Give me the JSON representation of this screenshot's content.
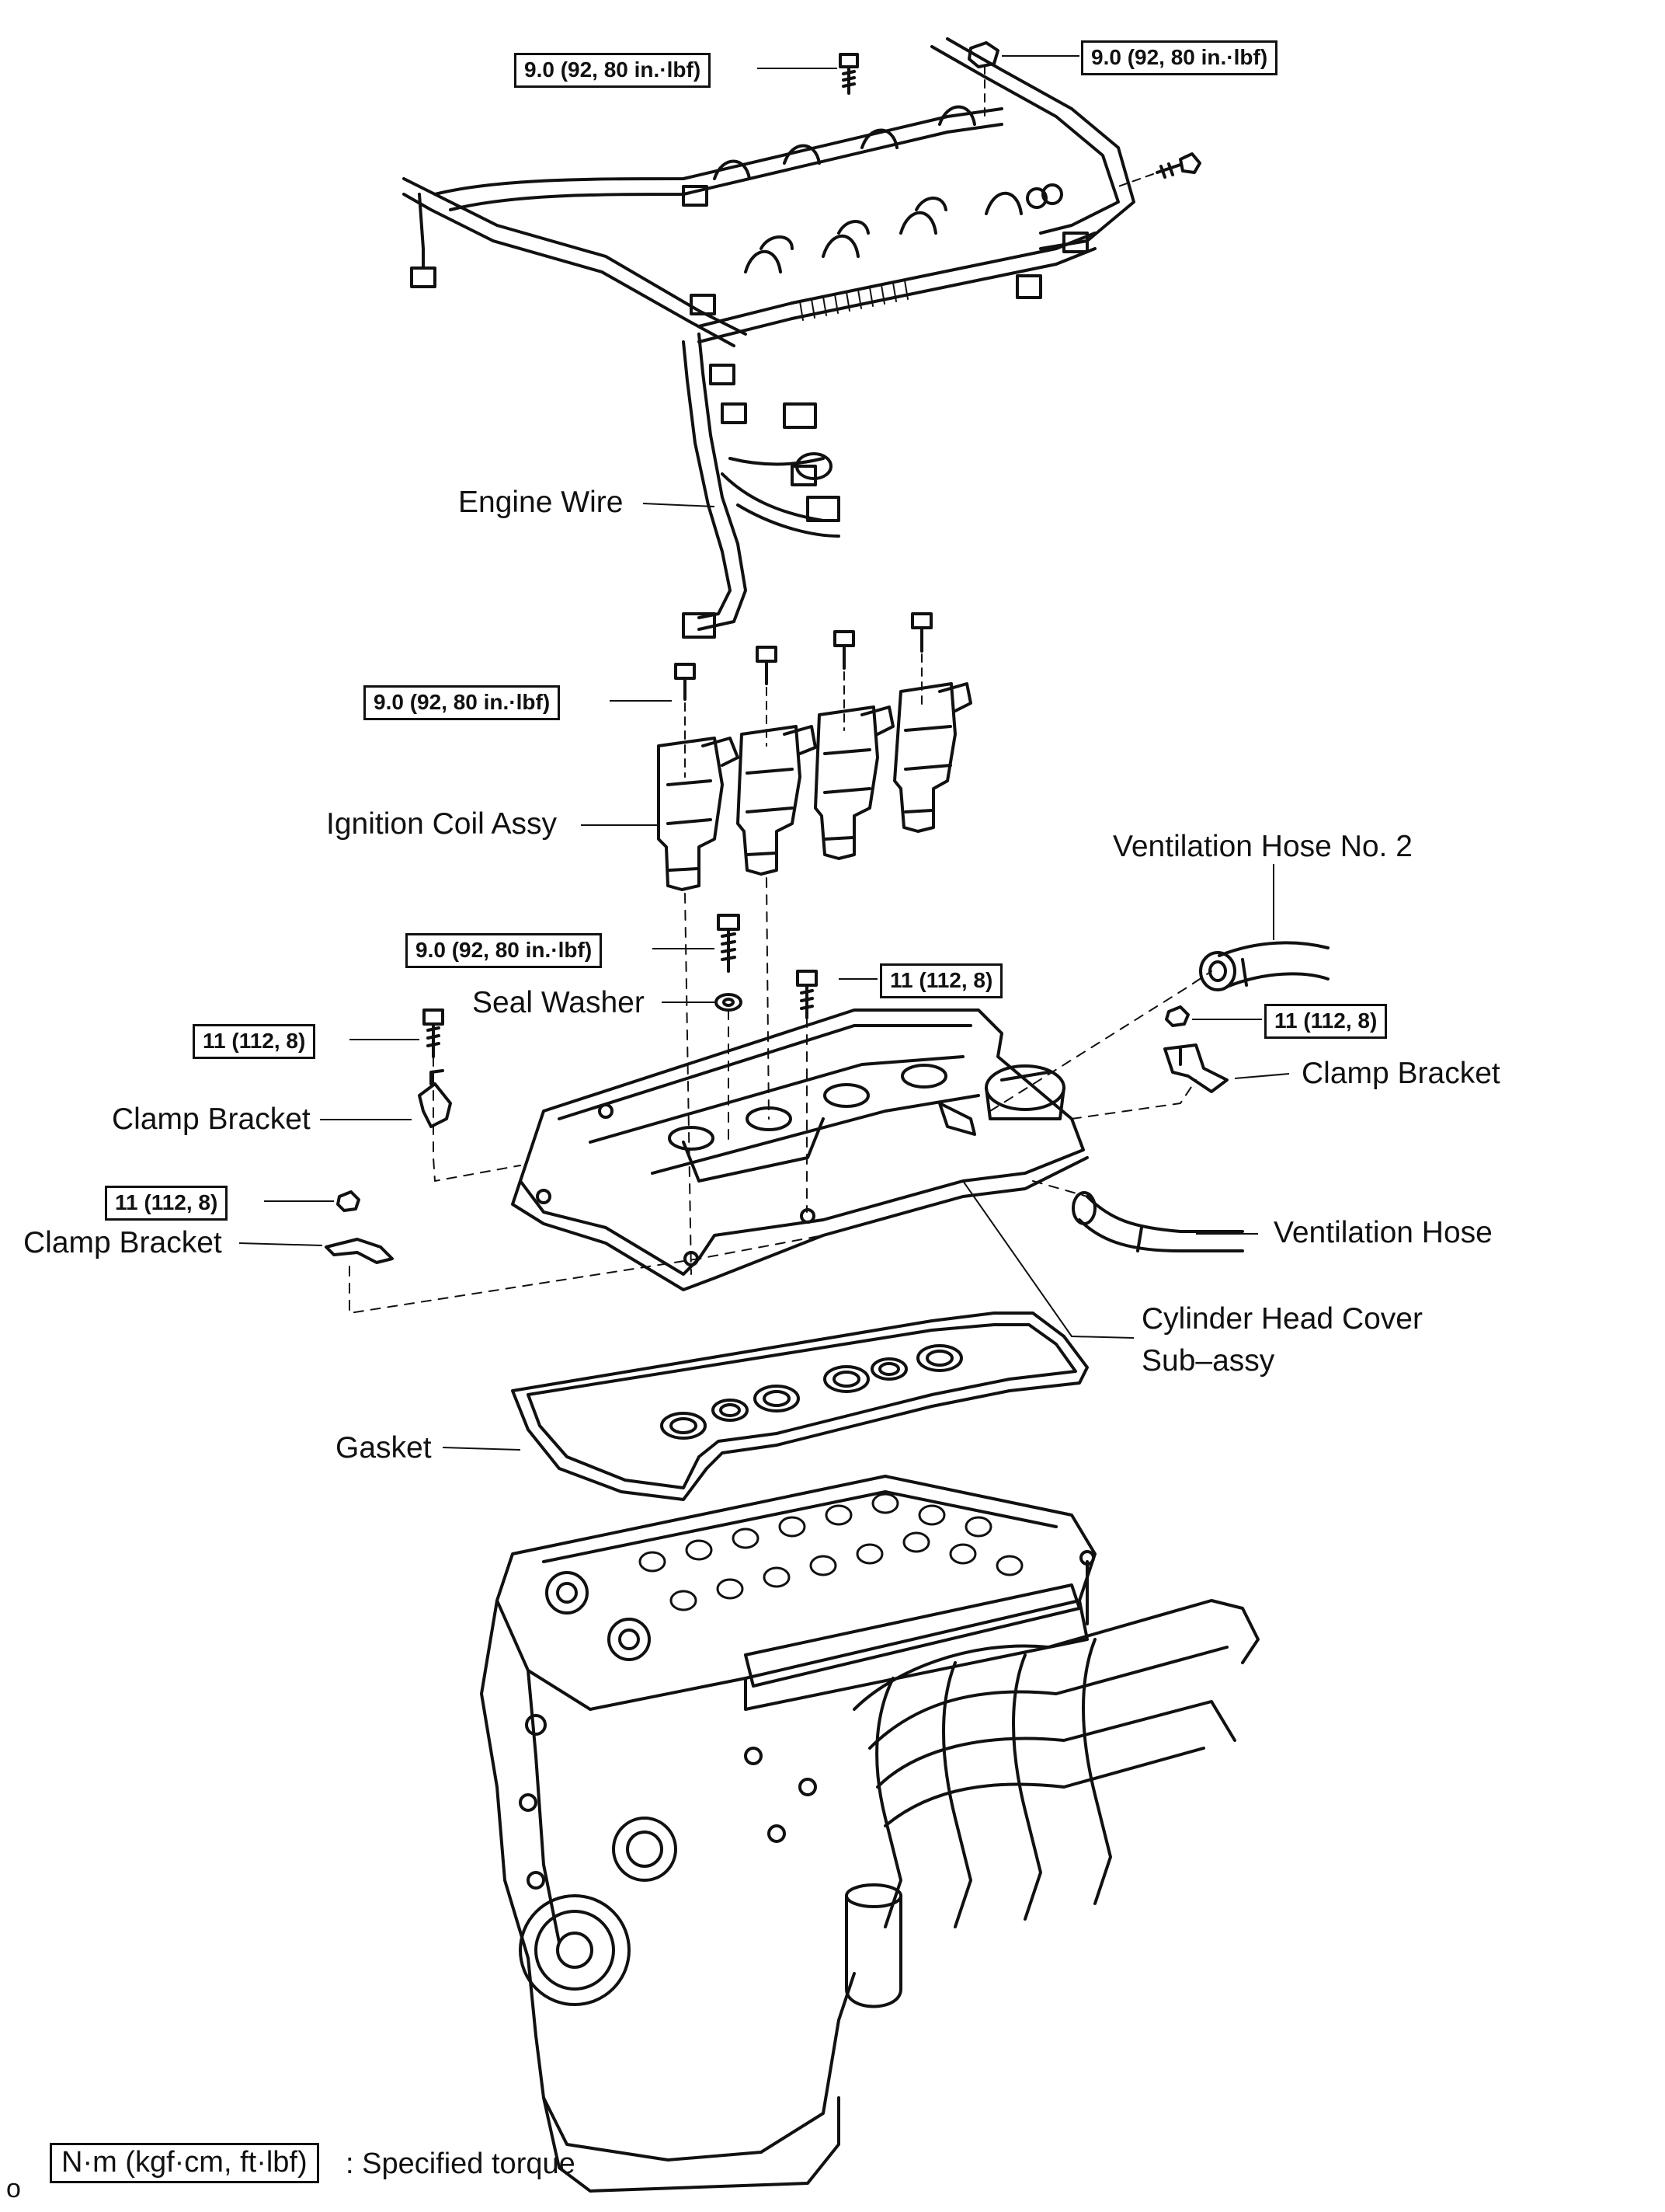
{
  "labels": {
    "engine_wire": "Engine Wire",
    "ignition_coil_assy": "Ignition Coil Assy",
    "ventilation_hose_no2": "Ventilation Hose No. 2",
    "seal_washer": "Seal Washer",
    "clamp_bracket": "Clamp Bracket",
    "ventilation_hose": "Ventilation Hose",
    "cylinder_head_cover_line1": "Cylinder Head Cover",
    "cylinder_head_cover_line2": "Sub–assy",
    "gasket": "Gasket"
  },
  "torque": {
    "t_9_0": "9.0 (92, 80 in.·lbf)",
    "t_11": "11 (112, 8)"
  },
  "legend": {
    "unit_box": "N·m (kgf·cm, ft·lbf)",
    "description": ": Specified torque"
  },
  "corner_mark": "o"
}
